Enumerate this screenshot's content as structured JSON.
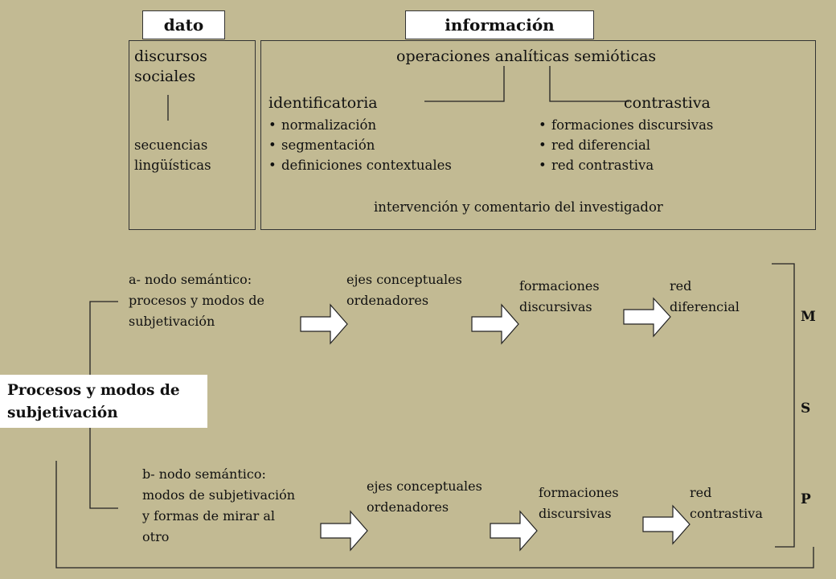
{
  "tabs": {
    "dato": "dato",
    "informacion": "información"
  },
  "dato_box": {
    "top": "discursos\nsociales",
    "bottom": "secuencias\nlingüísticas"
  },
  "info_box": {
    "title": "operaciones analíticas semióticas",
    "left_heading": "identificatoria",
    "right_heading": "contrastiva",
    "left_items": [
      "normalización",
      "segmentación",
      "definiciones contextuales"
    ],
    "right_items": [
      "formaciones discursivas",
      "red diferencial",
      "red contrastiva"
    ],
    "footer": "intervención y comentario del investigador"
  },
  "process_box": "Procesos y modos de\nsubjetivación",
  "row_a": {
    "node": "a- nodo semántico:\nprocesos y modos de\nsubjetivación",
    "ejes": "ejes conceptuales\nordenadores",
    "formaciones": "formaciones\ndiscursivas",
    "red": "red\ndiferencial"
  },
  "row_b": {
    "node": "b- nodo semántico:\nmodos de subjetivación\ny formas de mirar al\notro",
    "ejes": "ejes conceptuales\nordenadores",
    "formaciones": "formaciones\ndiscursivas",
    "red": "red\ncontrastiva"
  },
  "msp": [
    "M",
    "S",
    "P"
  ]
}
